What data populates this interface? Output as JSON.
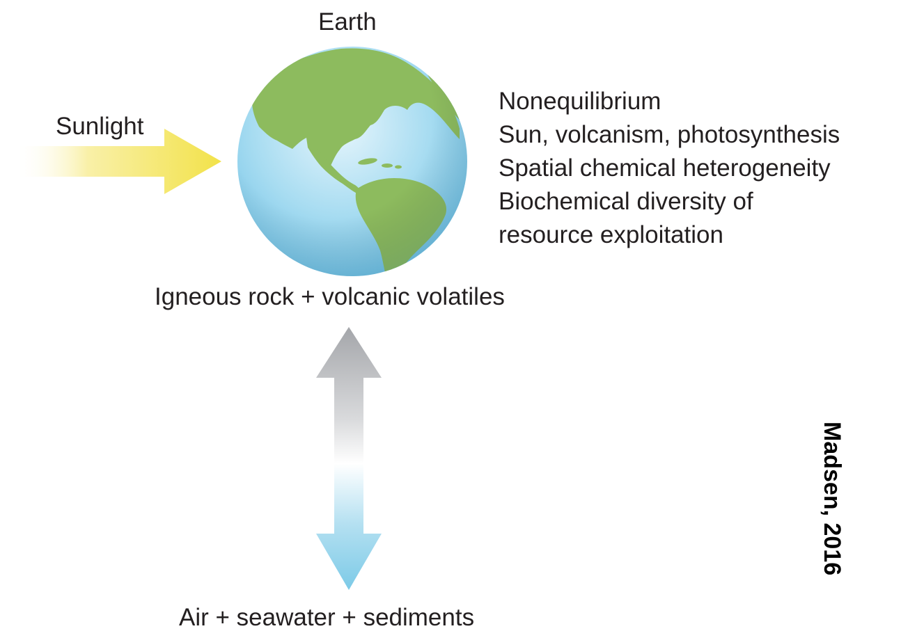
{
  "labels": {
    "earth": "Earth",
    "sunlight": "Sunlight",
    "igneous": "Igneous rock + volcanic volatiles",
    "air": "Air + seawater + sediments"
  },
  "properties": [
    "Nonequilibrium",
    "Sun, volcanism, photosynthesis",
    "Spatial chemical heterogeneity",
    "Biochemical diversity of",
    "resource exploitation"
  ],
  "credit": "Madsen, 2016",
  "colors": {
    "ocean": "#8dd0ec",
    "land": "#8dbb5e",
    "sun_arrow": "#f4e653",
    "arrow_top": "#a8a9ad",
    "arrow_bottom": "#7fcbe7"
  }
}
